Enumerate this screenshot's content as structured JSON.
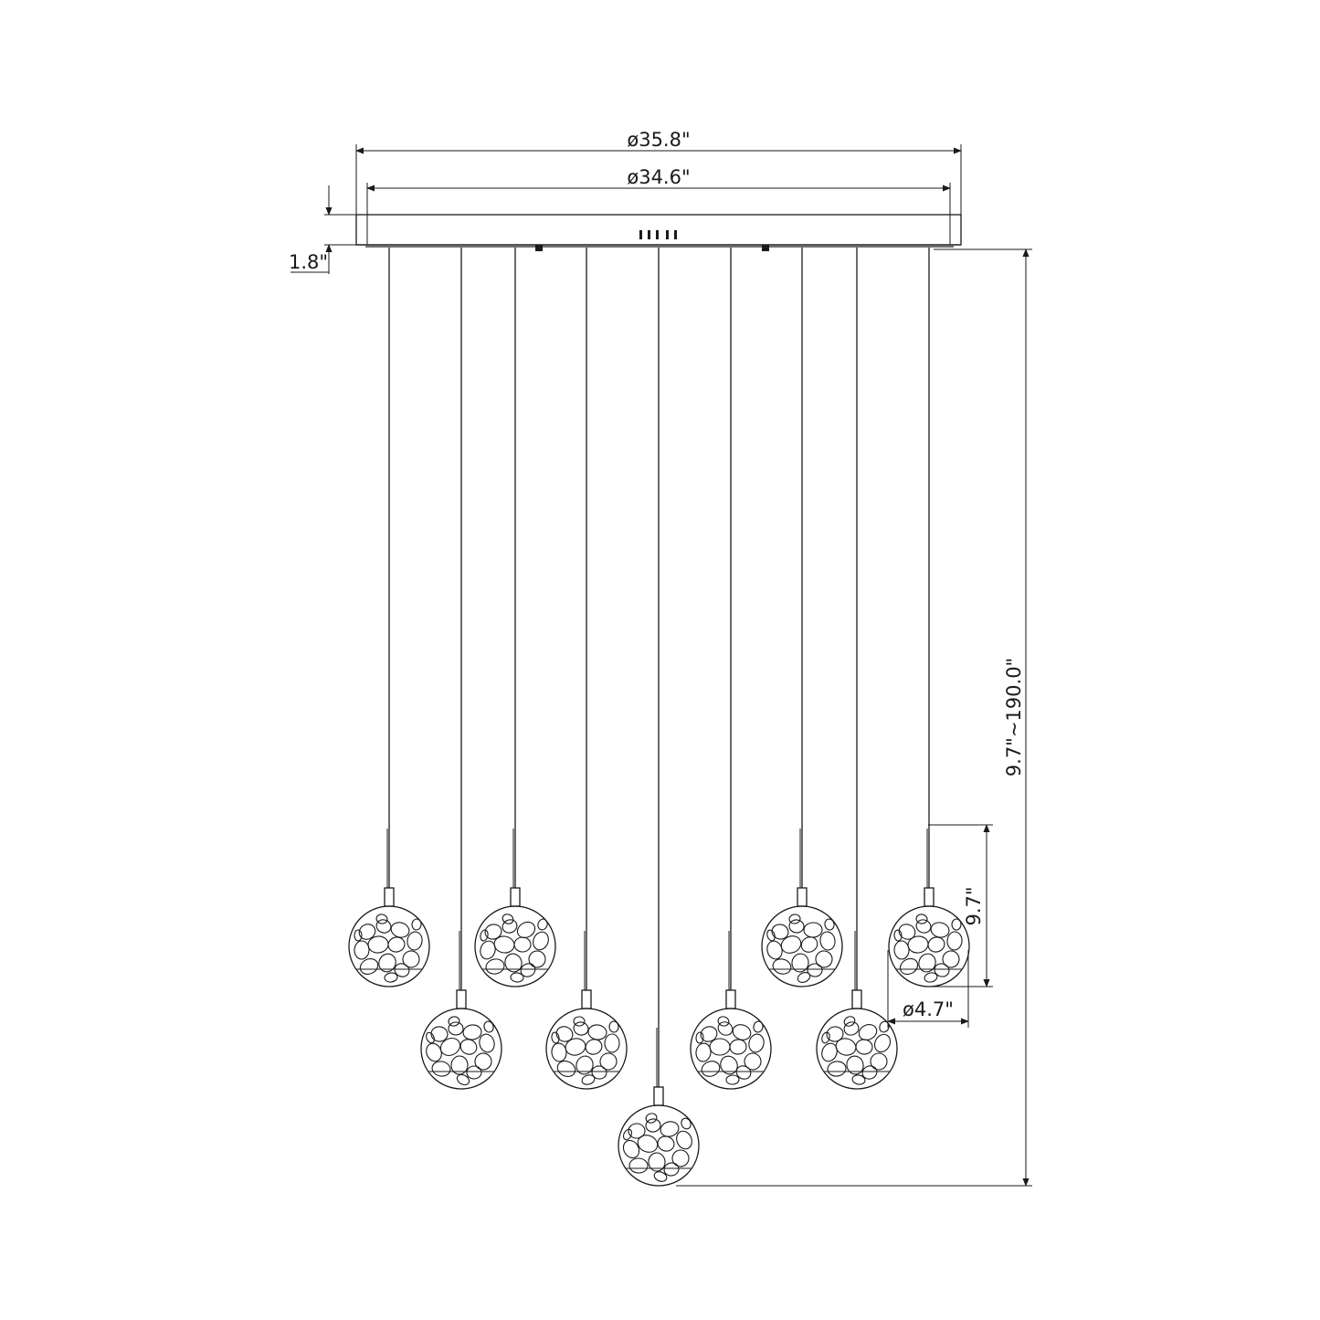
{
  "dimensions": {
    "outer_diameter": "ø35.8\"",
    "inner_diameter": "ø34.6\"",
    "canopy_height": "1.8\"",
    "overall_height": "9.7\"~190.0\"",
    "pendant_height": "9.7\"",
    "pendant_diameter": "ø4.7\""
  },
  "colors": {
    "line": "#1a1a1a",
    "background": "#ffffff"
  },
  "pendant_count": 9
}
